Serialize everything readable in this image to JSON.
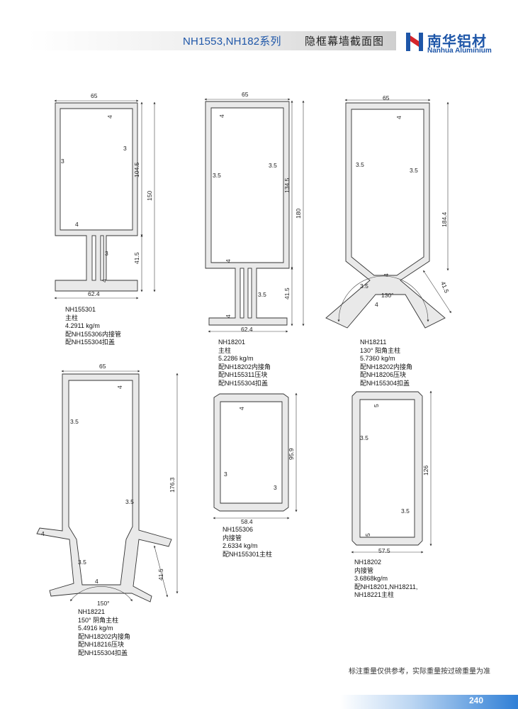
{
  "header": {
    "series": "NH1553,NH182系列",
    "title": "隐框幕墙截面图",
    "logo_cn": "南华铝材",
    "logo_en": "Nanhua Aluminium"
  },
  "profiles": [
    {
      "code": "NH155301",
      "lines": [
        "主柱",
        "4.2911 kg/m",
        "配NH155306内接管",
        "配NH155304扣盖"
      ],
      "dims": {
        "width": "65",
        "height": "150",
        "upper": "104.5",
        "lower": "41.5",
        "base": "62.4",
        "t4a": "4",
        "t3a": "3",
        "t3b": "3",
        "t4b": "4",
        "t3c": "3",
        "t4c": "4"
      }
    },
    {
      "code": "NH18201",
      "lines": [
        "主柱",
        "5.2286 kg/m",
        "配NH18202内接角",
        "配NH155311压块",
        "配NH155304扣盖"
      ],
      "dims": {
        "width": "65",
        "height": "180",
        "upper": "134.5",
        "lower": "41.5",
        "base": "62.4",
        "t4a": "4",
        "t35a": "3.5",
        "t35b": "3.5",
        "t4b": "4",
        "t35c": "3.5",
        "t4c": "4"
      }
    },
    {
      "code": "NH18211",
      "lines": [
        "130° 阳角主柱",
        "5.7360 kg/m",
        "配NH18202内接角",
        "配NH18206压块",
        "配NH155304扣盖"
      ],
      "dims": {
        "width": "65",
        "height": "184.4",
        "t4a": "4",
        "t35a": "3.5",
        "t35b": "3.5",
        "t4b": "4",
        "t35c": "3.5",
        "angle": "130°",
        "side": "41.5",
        "t4c": "4"
      }
    },
    {
      "code": "NH18221",
      "lines": [
        "150° 阴角主柱",
        "5.4916 kg/m",
        "配NH18202内接角",
        "配NH18216压块",
        "配NH155304扣盖"
      ],
      "dims": {
        "width": "65",
        "height": "176.3",
        "t4a": "4",
        "t35a": "3.5",
        "t35b": "3.5",
        "t4b": "4",
        "t35c": "3.5",
        "t4c": "4",
        "angle": "150°",
        "side": "41.5"
      }
    },
    {
      "code": "NH155306",
      "lines": [
        "内接管",
        "2.6334 kg/m",
        "配NH155301主柱"
      ],
      "dims": {
        "width": "58.4",
        "height": "95.9",
        "t4": "4",
        "t3a": "3",
        "t3b": "3"
      }
    },
    {
      "code": "NH18202",
      "lines": [
        "内接管",
        "3.6868kg/m",
        "配NH18201,NH18211,",
        "NH18221主柱"
      ],
      "dims": {
        "width": "57.5",
        "height": "126",
        "t5a": "5",
        "t35a": "3.5",
        "t35b": "3.5",
        "t5b": "5"
      }
    }
  ],
  "footer": {
    "note": "标注重量仅供参考，实际重量按过磅重量为准",
    "page": "240"
  },
  "colors": {
    "brand": "#1e56a8",
    "profile_fill": "#e9e9e9",
    "profile_stroke": "#333333",
    "page_bar": "#2f7fd6"
  }
}
